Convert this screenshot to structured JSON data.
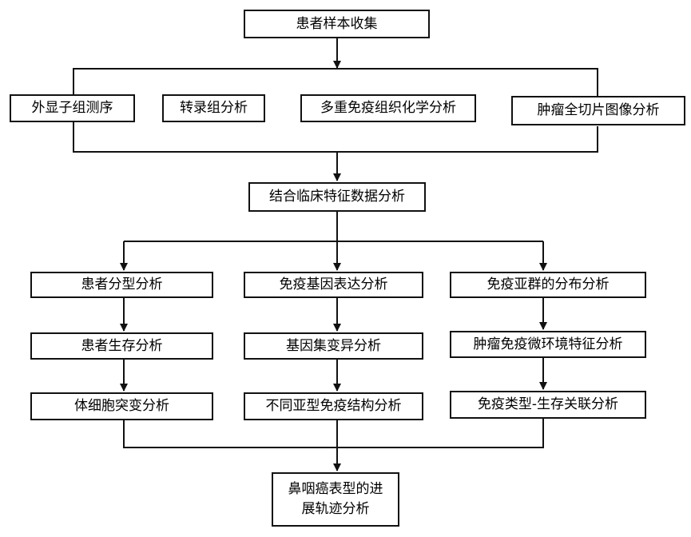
{
  "diagram": {
    "start": "患者样本收集",
    "assays": [
      "外显子组测序",
      "转录组分析",
      "多重免疫组织化学分析",
      "肿瘤全切片图像分析"
    ],
    "integration": "结合临床特征数据分析",
    "branches": [
      {
        "steps": [
          "患者分型分析",
          "患者生存分析",
          "体细胞突变分析"
        ]
      },
      {
        "steps": [
          "免疫基因表达分析",
          "基因集变异分析",
          "不同亚型免疫结构分析"
        ]
      },
      {
        "steps": [
          "免疫亚群的分布分析",
          "肿瘤免疫微环境特征分析",
          "免疫类型-生存关联分析"
        ]
      }
    ],
    "final_line1": "鼻咽癌表型的进",
    "final_line2": "展轨迹分析"
  },
  "colors": {
    "line": "#111111",
    "box_border": "#111111",
    "background": "#ffffff"
  }
}
